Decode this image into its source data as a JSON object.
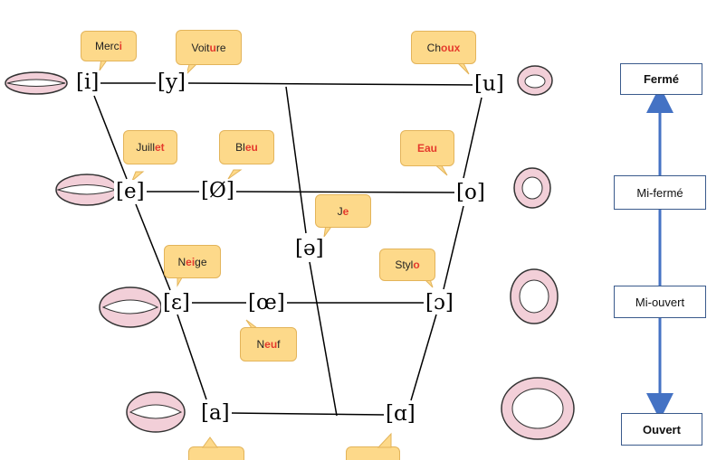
{
  "vowels": {
    "i": "[i]",
    "y": "[y]",
    "u": "[u]",
    "e": "[e]",
    "oe_closed": "[Ø]",
    "o": "[o]",
    "schwa": "[ə]",
    "eps": "[ɛ]",
    "oe_open": "[œ]",
    "open_o": "[ɔ]",
    "a": "[a]",
    "alpha": "[ɑ]"
  },
  "bubbles": {
    "merci": {
      "pre": "Merc",
      "hl": "i",
      "post": ""
    },
    "voiture": {
      "pre": "Voit",
      "hl": "u",
      "post": "re"
    },
    "choux": {
      "pre": "Ch",
      "hl": "oux",
      "post": ""
    },
    "juillet": {
      "pre": "Juill",
      "hl": "et",
      "post": ""
    },
    "bleu": {
      "pre": "Bl",
      "hl": "eu",
      "post": ""
    },
    "eau": {
      "pre": "",
      "hl": "Eau",
      "post": ""
    },
    "je": {
      "pre": "J",
      "hl": "e",
      "post": ""
    },
    "neige": {
      "pre": "N",
      "hl": "ei",
      "post": "ge"
    },
    "stylo": {
      "pre": "Styl",
      "hl": "o",
      "post": ""
    },
    "neuf": {
      "pre": "N",
      "hl": "eu",
      "post": "f"
    }
  },
  "scale": {
    "ferme": "Fermé",
    "mi_ferme": "Mi-fermé",
    "mi_ouvert": "Mi-ouvert",
    "ouvert": "Ouvert"
  },
  "colors": {
    "bubble_fill": "#fdd98a",
    "highlight": "#e53a2d",
    "arrow": "#4472c4",
    "lips": "#f2cfd8"
  }
}
